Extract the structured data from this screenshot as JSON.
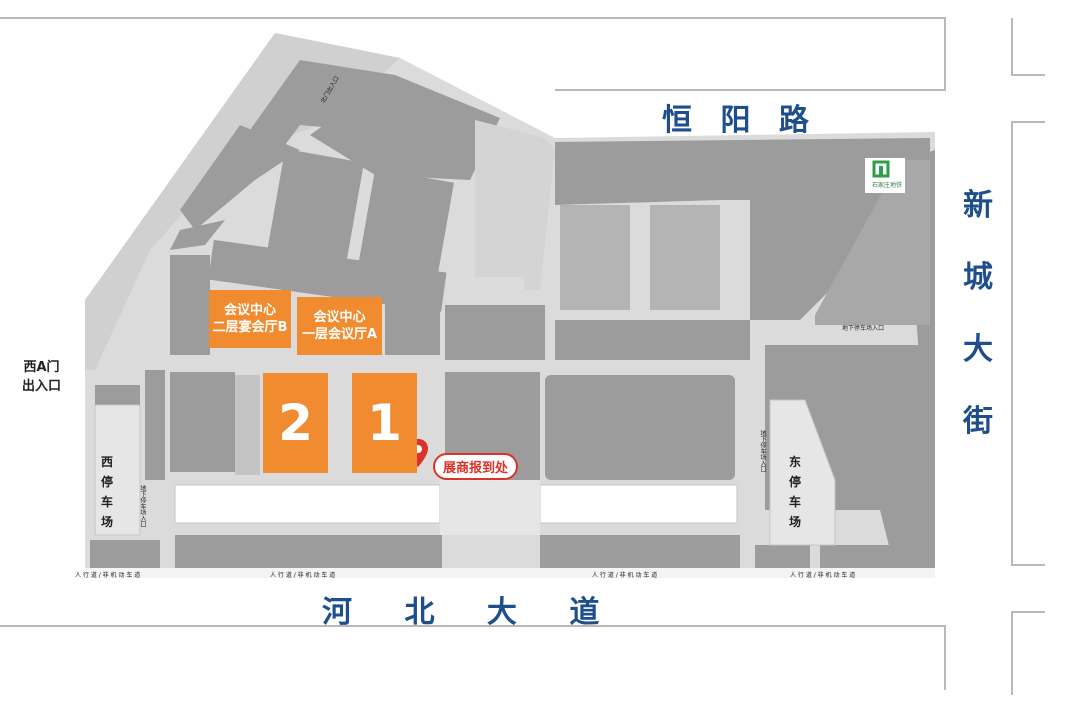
{
  "roads": {
    "north": "恒 阳 路",
    "south": "河 北 大 道",
    "east": [
      "新",
      "城",
      "大",
      "街"
    ]
  },
  "halls": {
    "hall_2": "2",
    "hall_1": "1"
  },
  "conference": {
    "b": {
      "line1": "会议中心",
      "line2": "二层宴会厅B"
    },
    "a": {
      "line1": "会议中心",
      "line2": "一层会议厅A"
    }
  },
  "registration": "展商报到处",
  "west_gate": {
    "line1": "西A门",
    "line2": "出入口"
  },
  "west_parking": [
    "西",
    "停",
    "车",
    "场"
  ],
  "east_parking": [
    "东",
    "停",
    "车",
    "场"
  ],
  "underground_entrance": "地下停车场入口",
  "sidewalk_label": "人 行 道 / 非 机 动 车 道",
  "north_gate_small": "北门出入口",
  "metro_logo_text": "石家庄地铁",
  "colors": {
    "road_text": "#1f4e8c",
    "building": "#9d9d9d",
    "ground": "#d9d9d9",
    "hall": "#f08c2f",
    "marker": "#d9332a"
  },
  "icons": [
    "location-pin-icon",
    "metro-logo-icon"
  ]
}
